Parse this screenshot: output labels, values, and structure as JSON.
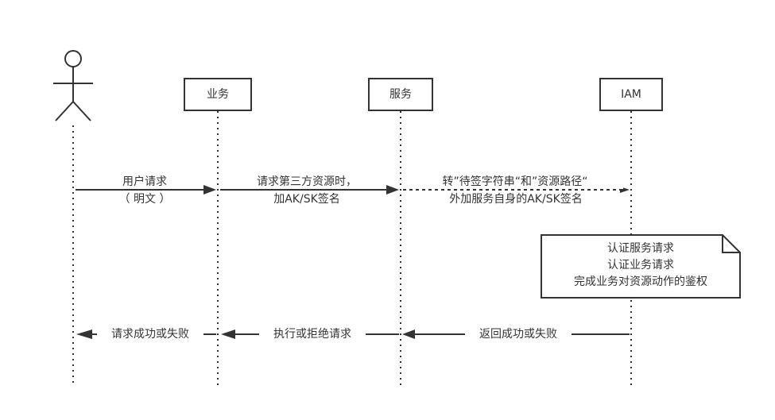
{
  "participants": {
    "business": "业务",
    "service": "服务",
    "iam": "IAM"
  },
  "messages": {
    "m1_line1": "用户请求",
    "m1_line2": "（ 明文 ）",
    "m2_line1": "请求第三方资源时，",
    "m2_line2": "加AK/SK签名",
    "m3_line1": "转”待签字符串“和”资源路径“",
    "m3_line2": "外加服务自身的AK/SK签名",
    "r1": "返回成功或失败",
    "r2": "执行或拒绝请求",
    "r3": "请求成功或失败"
  },
  "note": {
    "line1": "认证服务请求",
    "line2": "认证业务请求",
    "line3": "完成业务对资源动作的鉴权"
  },
  "colors": {
    "stroke": "#333333",
    "note_fill": "#ffffff"
  }
}
